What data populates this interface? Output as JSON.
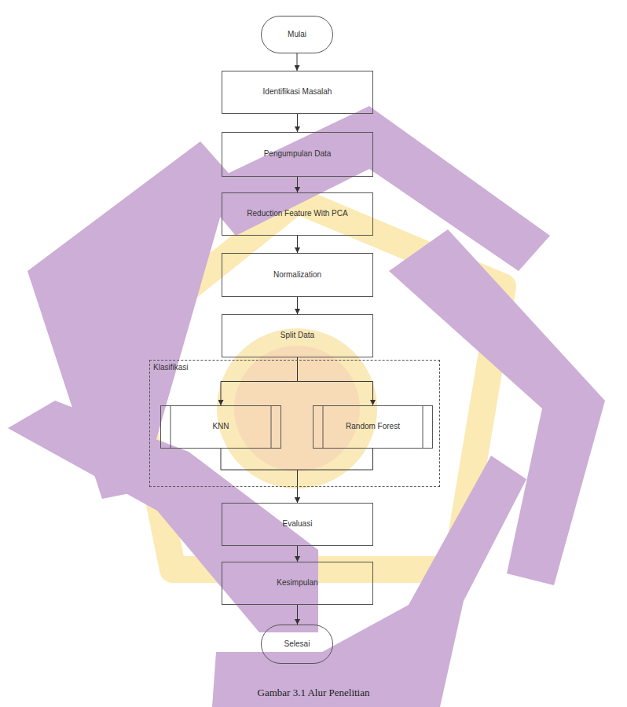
{
  "diagram": {
    "caption": "Gambar 3.1 Alur Penelitian",
    "nodes": [
      {
        "text": [
          "Mulai"
        ]
      },
      {
        "text": [
          "Identifikasi Masalah"
        ]
      },
      {
        "text": [
          "Pengumpulan Data"
        ]
      },
      {
        "text": [
          "Reduction Feature With PCA"
        ]
      },
      {
        "text": [
          "Normalization"
        ]
      },
      {
        "text": [
          "Split Data"
        ]
      },
      {
        "text": [
          "Klasifikasi"
        ]
      },
      {
        "text": [
          "KNN"
        ],
        "in": 6
      },
      {
        "text": [
          "Random Forest"
        ],
        "in": 6
      },
      {
        "text": [
          "Evaluasi"
        ]
      },
      {
        "text": [
          "Kesimpulan"
        ]
      },
      {
        "text": [
          "Selesai"
        ]
      }
    ],
    "edges": [
      {
        "from": 0,
        "to": 1,
        "arrow": "to"
      },
      {
        "from": 1,
        "to": 2,
        "arrow": "to"
      },
      {
        "from": 2,
        "to": 3,
        "arrow": "to"
      },
      {
        "from": 3,
        "to": 4,
        "arrow": "to"
      },
      {
        "from": 4,
        "to": 5,
        "arrow": "to"
      },
      {
        "from": 5,
        "to": 7,
        "arrow": "to"
      },
      {
        "from": 5,
        "to": 8,
        "arrow": "to"
      },
      {
        "from": 7,
        "to": 9,
        "arrow": "to"
      },
      {
        "from": 8,
        "to": 9,
        "arrow": "to"
      },
      {
        "from": 9,
        "to": 10,
        "arrow": "to"
      },
      {
        "from": 10,
        "to": 11,
        "arrow": "to"
      }
    ]
  }
}
